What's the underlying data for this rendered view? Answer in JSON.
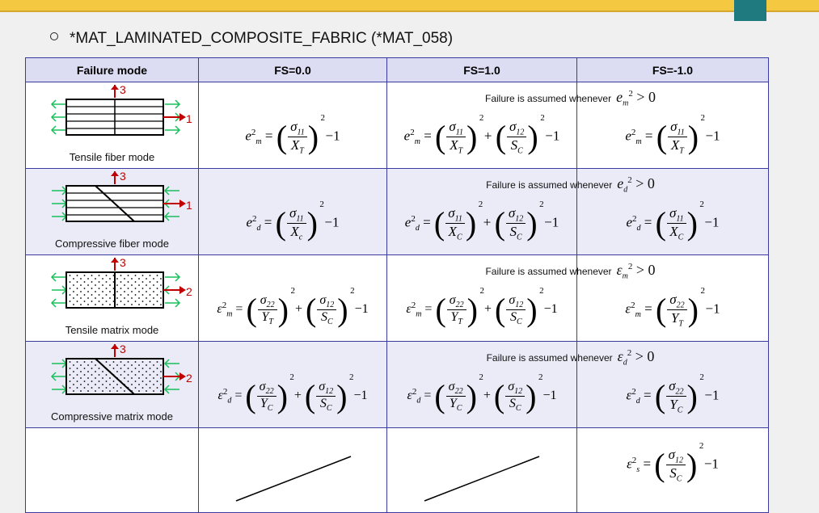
{
  "slide": {
    "heading": "*MAT_LAMINATED_COMPOSITE_FABRIC (*MAT_058)"
  },
  "table": {
    "headers": [
      "Failure mode",
      "FS=0.0",
      "FS=1.0",
      "FS=-1.0"
    ],
    "modes": [
      {
        "label": "Tensile fiber mode",
        "axis_top": "3",
        "axis_side": "1"
      },
      {
        "label": "Compressive fiber mode",
        "axis_top": "3",
        "axis_side": "1"
      },
      {
        "label": "Tensile matrix mode",
        "axis_top": "3",
        "axis_side": "2"
      },
      {
        "label": "Compressive matrix mode",
        "axis_top": "3",
        "axis_side": "2"
      }
    ],
    "fail_note": "Failure is assumed whenever",
    "fail_vars": [
      "e",
      "e",
      "ε",
      "ε"
    ],
    "fail_subs": [
      "m",
      "d",
      "m",
      "d"
    ],
    "fail_cond": "> 0",
    "formula_minus_one": "−1",
    "formula_vars": {
      "fiber_t": {
        "lhs_var": "e",
        "lhs_sub": "m",
        "num": "σ",
        "num_sub": "11",
        "den": "X",
        "den_sub_t": "T",
        "den_sub_c": "C"
      },
      "fiber_c": {
        "lhs_var": "e",
        "lhs_sub": "d",
        "num": "σ",
        "num_sub": "11",
        "den": "X",
        "den_sub_small": "c",
        "den_sub": "C"
      },
      "matrix_t": {
        "lhs_var": "ε",
        "lhs_sub": "m",
        "num": "σ",
        "num_sub": "22",
        "den": "Y",
        "den_sub": "T"
      },
      "matrix_c": {
        "lhs_var": "ε",
        "lhs_sub": "d",
        "num": "σ",
        "num_sub": "22",
        "den": "Y",
        "den_sub": "C"
      },
      "shear": {
        "num": "σ",
        "num_sub": "12",
        "den": "S",
        "den_sub": "C"
      },
      "last_row": {
        "lhs_var": "ε",
        "lhs_sub": "s"
      }
    }
  }
}
